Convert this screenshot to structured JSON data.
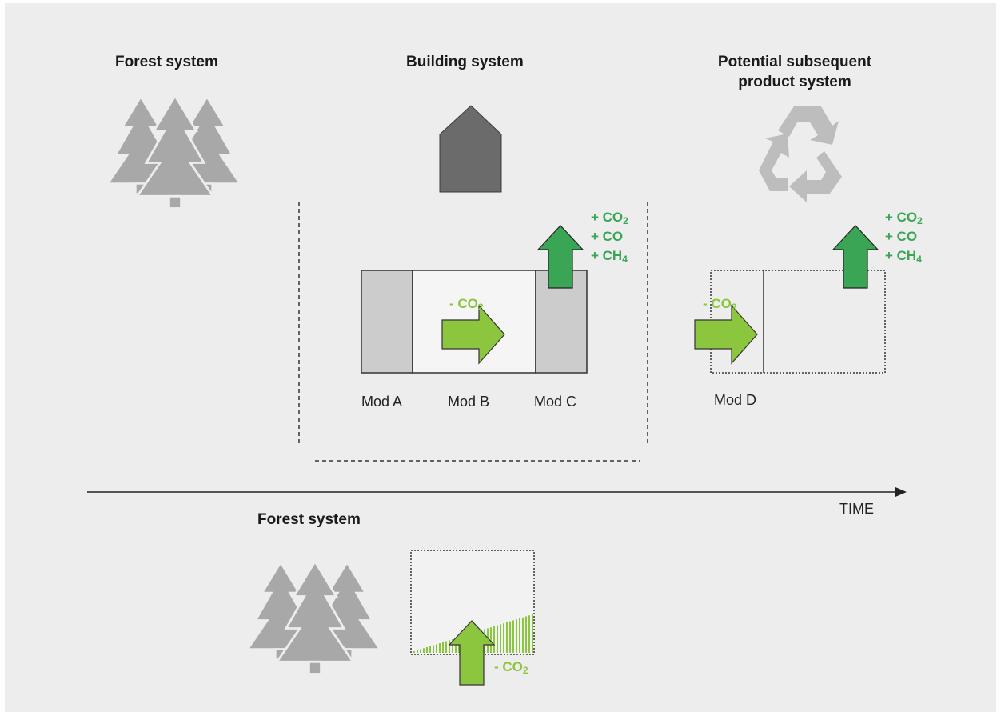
{
  "titles": {
    "forest_top": "Forest system",
    "building": "Building system",
    "subsequent_line1": "Potential subsequent",
    "subsequent_line2": "product system",
    "forest_bottom": "Forest system"
  },
  "modules": {
    "a": "Mod A",
    "b": "Mod B",
    "c": "Mod C",
    "d": "Mod D"
  },
  "emissions": {
    "co2_plus": "+ CO",
    "co_plus": "+ CO",
    "ch4_plus": "+ CH",
    "co2_sub": "2",
    "ch4_sub": "4",
    "co2_minus": "- CO"
  },
  "axis": {
    "time": "TIME"
  },
  "icons": {
    "forest": "tree-icon",
    "house": "house-icon",
    "recycle": "recycle-icon",
    "arrow": "arrow-icon"
  },
  "colors": {
    "background": "#ededed",
    "emission_green": "#3aa655",
    "uptake_green": "#8cc63f",
    "tree_gray": "#a8a8a8",
    "house_gray": "#6b6b6b",
    "module_fill": "#cccccc"
  }
}
